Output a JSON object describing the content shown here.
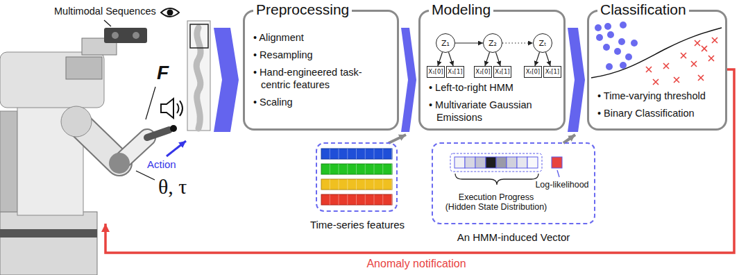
{
  "diagram": {
    "nodes": [
      {
        "text": [
          "Preprocessing",
          "• Alignment",
          "• Resampling",
          "• Hand-engineered task-centric features",
          "• Scaling"
        ]
      },
      {
        "text": [
          "Modeling",
          "• Left-to-right HMM",
          "• Multivariate Gaussian Emissions"
        ]
      },
      {
        "text": [
          "Z₁"
        ],
        "in": 1
      },
      {
        "text": [
          "X₁[0]"
        ],
        "in": 1
      },
      {
        "text": [
          "X₁[1]"
        ],
        "in": 1
      },
      {
        "text": [
          "Z₂"
        ],
        "in": 1
      },
      {
        "text": [
          "X₂[0]"
        ],
        "in": 1
      },
      {
        "text": [
          "X₂[1]"
        ],
        "in": 1
      },
      {
        "text": [
          "Zₜ"
        ],
        "in": 1
      },
      {
        "text": [
          "Xₜ[0]"
        ],
        "in": 1
      },
      {
        "text": [
          "Xₜ[1]"
        ],
        "in": 1
      },
      {
        "text": [
          "Classification",
          "• Time-varying threshold",
          "• Binary Classification"
        ]
      },
      {
        "text": [
          "Time-series features"
        ]
      },
      {
        "text": [
          "Execution Progress (Hidden State Distribution)",
          "Log-likelihood",
          "An HMM-induced Vector"
        ]
      }
    ],
    "edges": [
      {
        "from": 0,
        "to": 1,
        "arrow": "to"
      },
      {
        "from": 1,
        "to": 11,
        "arrow": "to"
      },
      {
        "from": 2,
        "to": 5,
        "arrow": "to"
      },
      {
        "from": 5,
        "to": 8,
        "arrow": "to"
      },
      {
        "from": 2,
        "to": 3,
        "arrow": "to"
      },
      {
        "from": 2,
        "to": 4,
        "arrow": "to"
      },
      {
        "from": 5,
        "to": 6,
        "arrow": "to"
      },
      {
        "from": 5,
        "to": 7,
        "arrow": "to"
      },
      {
        "from": 8,
        "to": 9,
        "arrow": "to"
      },
      {
        "from": 8,
        "to": 10,
        "arrow": "to"
      }
    ],
    "labels": [
      "Multimodal Sequences",
      "F",
      "Action",
      "θ, τ",
      "Anomaly notification"
    ]
  }
}
